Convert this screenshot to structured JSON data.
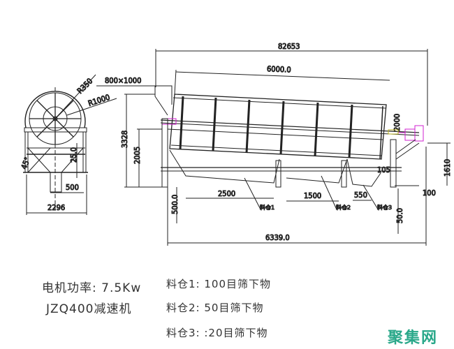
{
  "drawing": {
    "side_view": {
      "overall_length": "82653",
      "drum_length": "6000.0",
      "inlet_size": "800×1000",
      "total_height": "3328",
      "axis_height": "2005",
      "drum_diameter": "2000",
      "hopper1_length": "2500",
      "hopper2_length": "1500",
      "hopper3_length": "550",
      "offset_105": "105",
      "offset_100": "100",
      "motor_height": "1610",
      "leg_500": "500.0",
      "leg_50": "50.0",
      "base_length": "6339.0",
      "hopper_labels": [
        "料仓1",
        "料仓2",
        "料仓3"
      ]
    },
    "end_view": {
      "radius_small": "R350",
      "radius_large": "R1000",
      "angle": "45°",
      "dim_25": "25.0",
      "outlet_width": "500",
      "frame_width": "2296"
    },
    "line_color": "#222222",
    "motor_color": "#d020d0"
  },
  "notes": {
    "motor_power": "电机功率: 7.5Kw",
    "reducer": "JZQ400减速机",
    "bin1": "料仓1:  100目筛下物",
    "bin2": "料仓2:  50目筛下物",
    "bin3": "料仓3: :20目筛下物"
  },
  "watermark": "聚集网"
}
